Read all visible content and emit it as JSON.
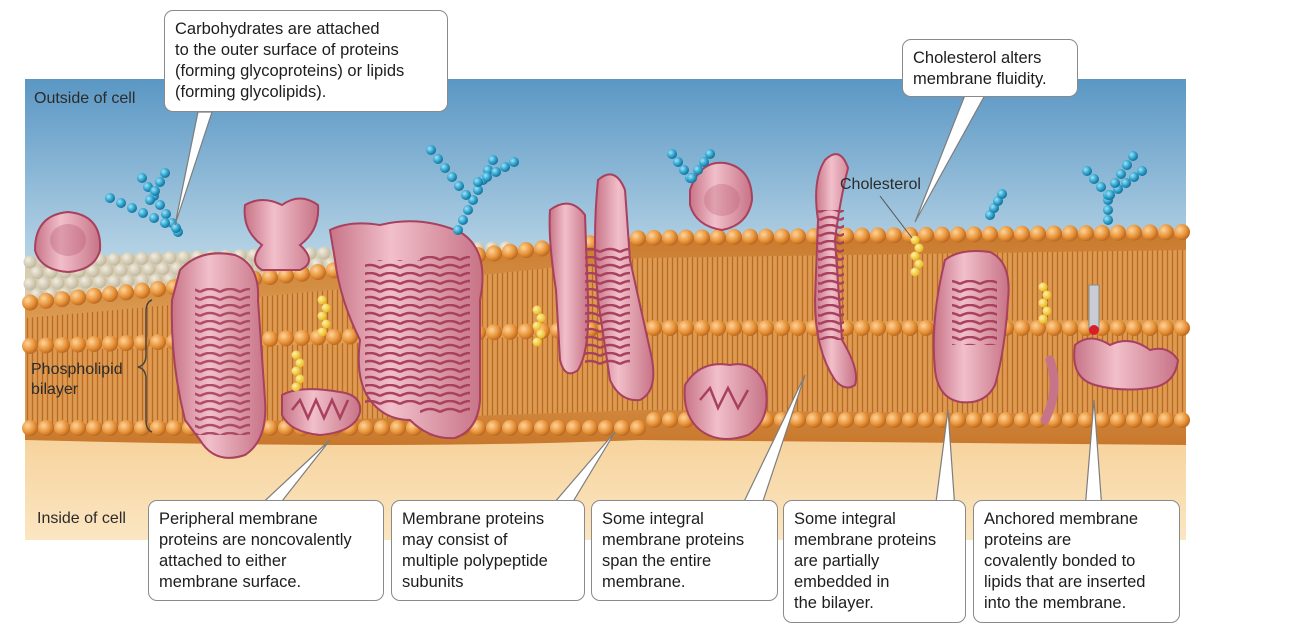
{
  "labels": {
    "outside": "Outside of cell",
    "inside": "Inside of cell",
    "phospholipid_bilayer": "Phospholipid\nbilayer",
    "cholesterol": "Cholesterol"
  },
  "callouts": {
    "carbohydrates": "Carbohydrates are attached\nto the outer surface of proteins\n(forming glycoproteins) or lipids\n(forming glycolipids).",
    "cholesterol_fluidity": "Cholesterol alters\nmembrane fluidity.",
    "peripheral": "Peripheral membrane\nproteins are noncovalently\nattached to either\nmembrane surface.",
    "subunits": "Membrane proteins\nmay consist of\nmultiple polypeptide\nsubunits",
    "span": "Some integral\nmembrane proteins\nspan the entire\nmembrane.",
    "partial": "Some integral\nmembrane proteins\nare partially\nembedded in\nthe bilayer.",
    "anchored": "Anchored membrane\nproteins are\ncovalently bonded to\nlipids that are inserted\ninto the membrane."
  },
  "colors": {
    "outside_top": "#5a97c4",
    "outside_bottom": "#cfe3ee",
    "inside_top": "#f0b96a",
    "inside_bottom": "#fbe6c2",
    "lipid_head": "#e8943a",
    "lipid_tail": "#d9944a",
    "protein": "#e6a8b4",
    "protein_dark": "#a8405e",
    "carbohydrate": "#2a9fc9",
    "cholesterol": "#f5c82a"
  }
}
